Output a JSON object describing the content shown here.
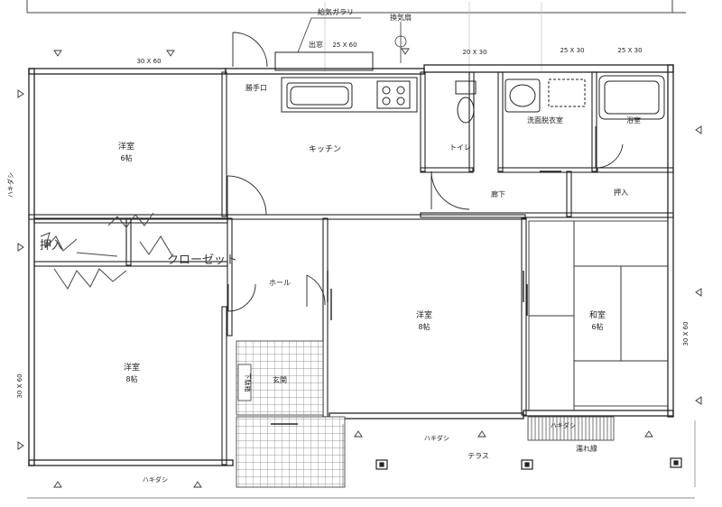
{
  "rooms": {
    "youshitsu_nw": {
      "name": "洋室",
      "size": "6帖"
    },
    "youshitsu_sw": {
      "name": "洋室",
      "size": "8帖"
    },
    "youshitsu_center": {
      "name": "洋室",
      "size": "8帖"
    },
    "washitsu": {
      "name": "和室",
      "size": "6帖"
    },
    "kitchen": "キッチン",
    "katteguchi": "勝手口",
    "toilet": "トイレ",
    "senmen": "洗面脱衣室",
    "yokushitsu": "浴室",
    "rouka": "廊下",
    "oshiire": "押入",
    "hall": "ホール",
    "genkan": "玄関",
    "getabako": "下駄箱",
    "terrace": "テラス",
    "nureen": "濡れ縁"
  },
  "annotations": {
    "kyuki_gallery": "給気ガラリ",
    "kankisen": "換気扇",
    "demado": "出窓",
    "closet_hand": "クローゼット",
    "oshi_hand": "押入"
  },
  "dimensions": {
    "d_30x60_top": "30 X 60",
    "d_25x60": "25 X 60",
    "d_20x30": "20 X 30",
    "d_25x30_a": "25 X 30",
    "d_25x30_b": "25 X 30",
    "d_30x60_left": "30 X 60",
    "d_30x60_right": "30 X 60"
  },
  "window_types": {
    "hakidashi_left": "ハキダシ",
    "hakidashi_bottom_left": "ハキダシ",
    "hakidashi_bottom_center": "ハキダシ",
    "hakidashi_washitsu": "ハキダシ"
  }
}
